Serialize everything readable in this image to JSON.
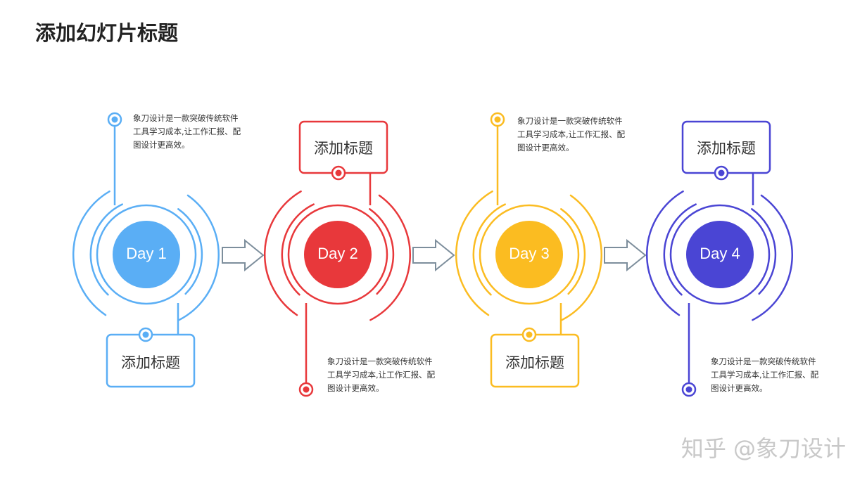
{
  "title": "添加幻灯片标题",
  "watermark": "知乎 @象刀设计",
  "colors": {
    "day1": "#5aaef5",
    "day2": "#e8383b",
    "day3": "#fbbc21",
    "day4": "#4a45d4",
    "arrow": "#7d8e9c"
  },
  "steps": [
    {
      "day": "Day 1",
      "box_title": "添加标题",
      "desc": [
        "象刀设计是一款突破传统软件",
        "工具学习成本,让工作汇报、配",
        "图设计更高效。"
      ]
    },
    {
      "day": "Day 2",
      "box_title": "添加标题",
      "desc": [
        "象刀设计是一款突破传统软件",
        "工具学习成本,让工作汇报、配",
        "图设计更高效。"
      ]
    },
    {
      "day": "Day 3",
      "box_title": "添加标题",
      "desc": [
        "象刀设计是一款突破传统软件",
        "工具学习成本,让工作汇报、配",
        "图设计更高效。"
      ]
    },
    {
      "day": "Day 4",
      "box_title": "添加标题",
      "desc": [
        "象刀设计是一款突破传统软件",
        "工具学习成本,让工作汇报、配",
        "图设计更高效。"
      ]
    }
  ]
}
